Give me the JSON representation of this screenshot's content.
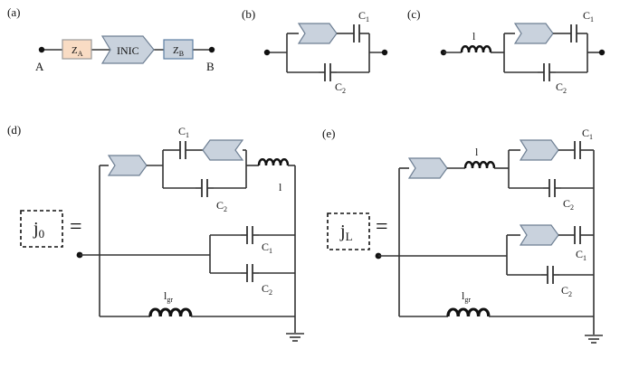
{
  "labels": {
    "a": "(a)",
    "b": "(b)",
    "c": "C",
    "d": "(d)",
    "e": "(e)",
    "terminal_a": "A",
    "terminal_b": "B",
    "inic": "INIC",
    "z": "Z",
    "za_sub": "A",
    "zb_sub": "B",
    "sub1": "1",
    "sub2": "2",
    "l": "l",
    "l_gr_main": "l",
    "l_gr_sub": "gr",
    "j": "j",
    "j0_sub": "0",
    "jl_sub": "L",
    "equals": "="
  },
  "colors": {
    "za_fill": "#f9dcc4",
    "za_stroke": "#9a9a9a",
    "zb_fill": "#c9d2dd",
    "zb_stroke": "#5e7fa3",
    "inic_fill": "#c9d2dd",
    "inic_stroke": "#6e7f93"
  }
}
